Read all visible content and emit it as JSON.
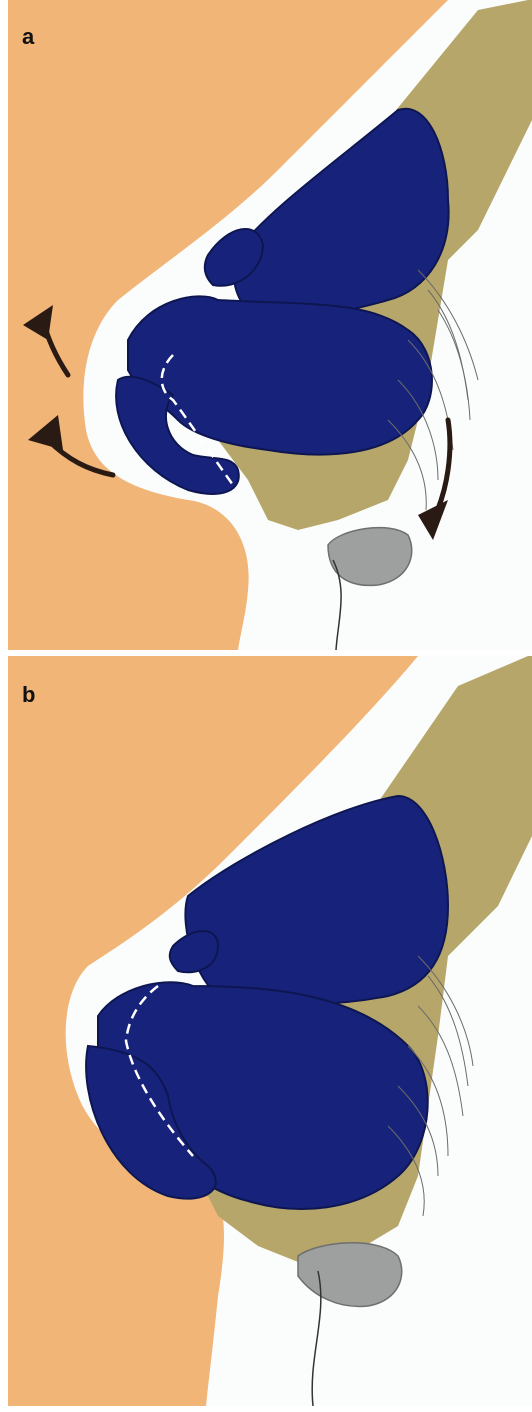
{
  "panels": [
    {
      "label": "a"
    },
    {
      "label": "b"
    }
  ],
  "colors": {
    "skin": "#f0b577",
    "cartilage": "#17237a",
    "bone": "#b6a66a",
    "soft_tissue": "#9e9f9f",
    "arrow": "#2a1a14",
    "incision_line": "#ffffff",
    "background": "#fbfcfc"
  },
  "icons": [
    "curved-arrow-icon",
    "dashed-incision-line"
  ]
}
